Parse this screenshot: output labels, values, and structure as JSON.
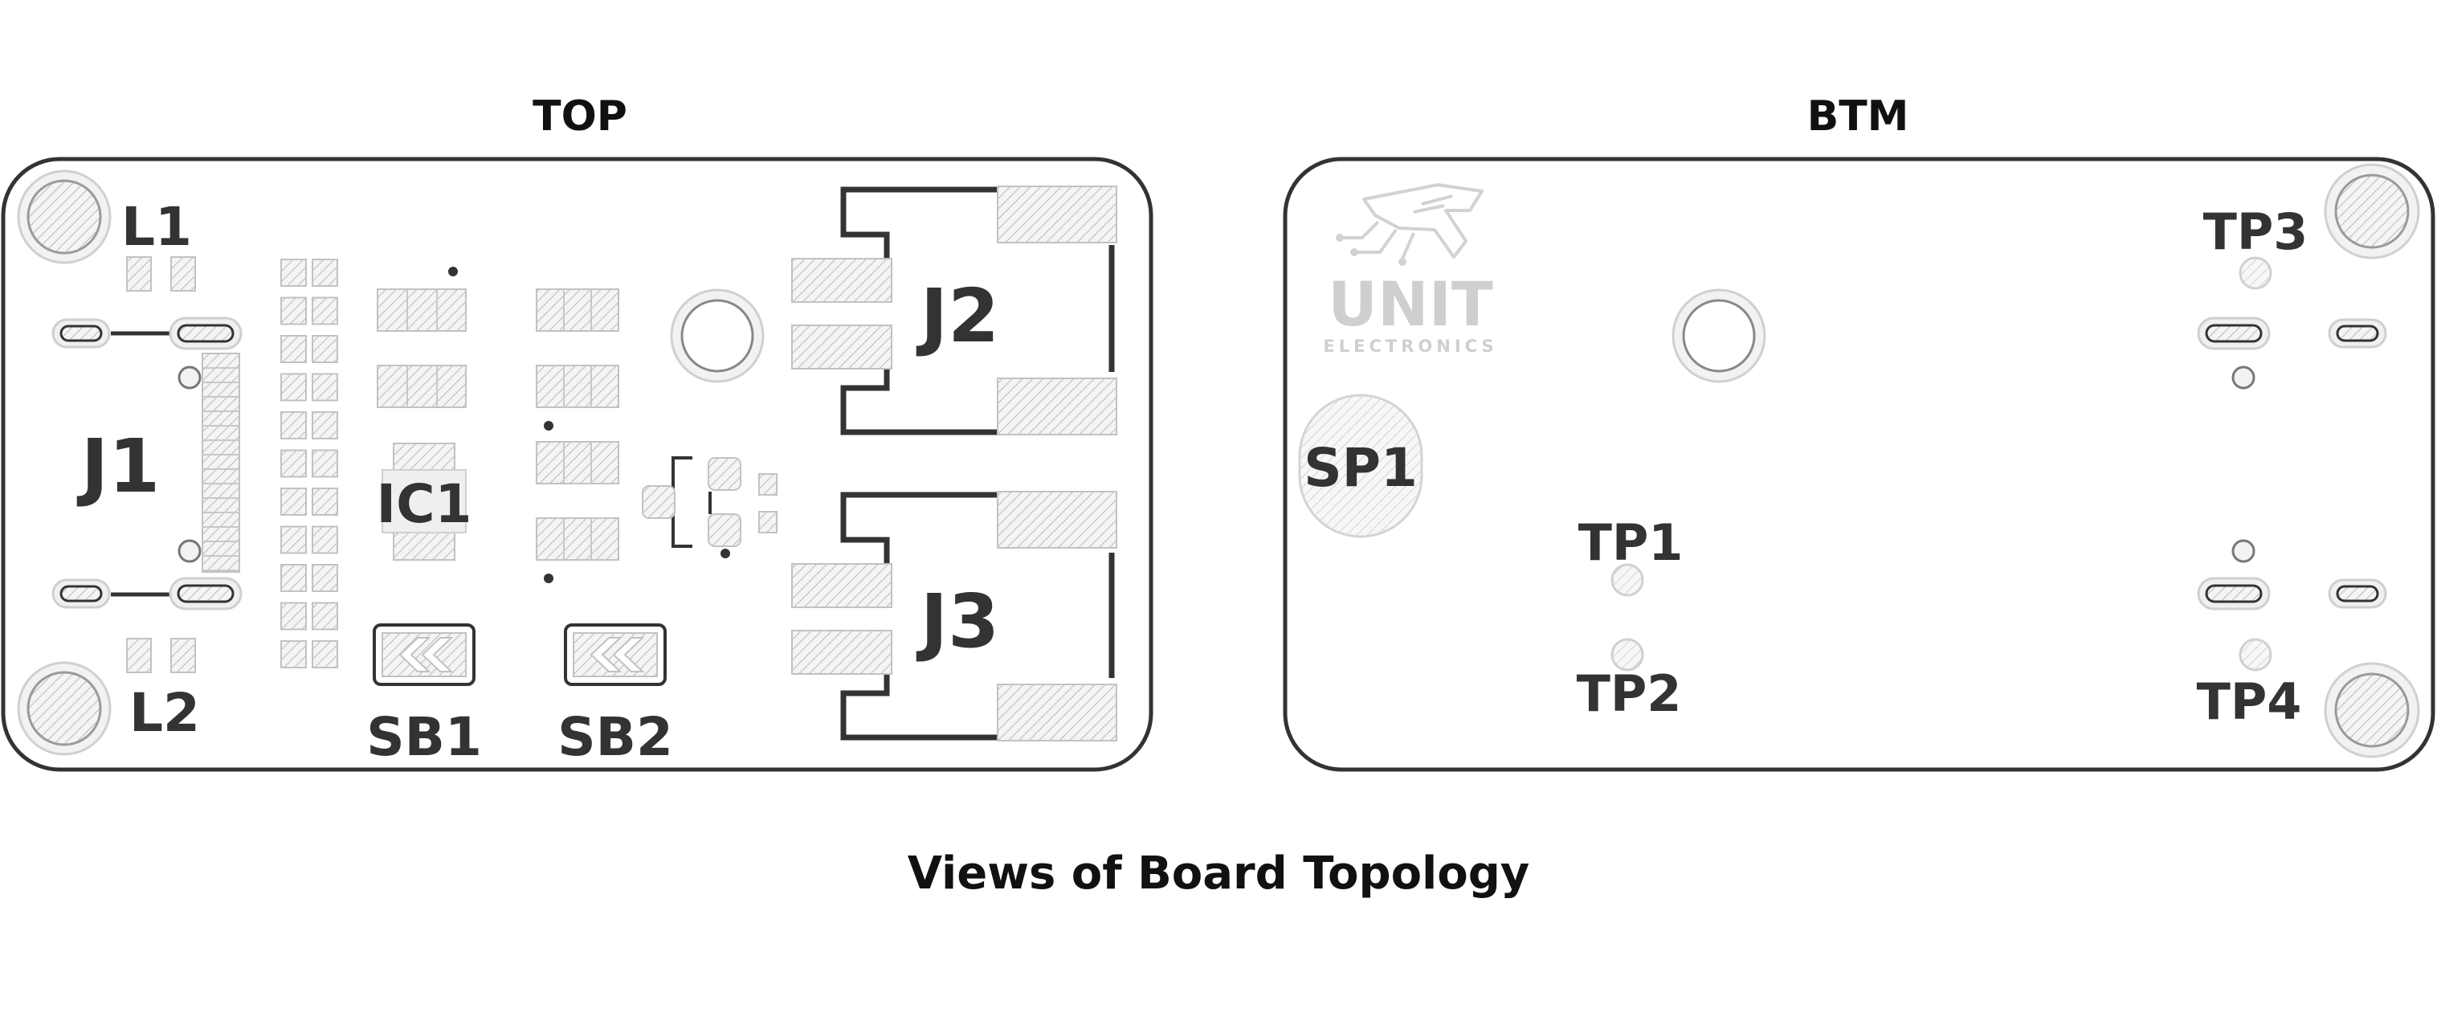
{
  "views": {
    "top": {
      "title": "TOP",
      "labels": {
        "l1": "L1",
        "l2": "L2",
        "j1": "J1",
        "ic1": "IC1",
        "j2": "J2",
        "j3": "J3",
        "sb1": "SB1",
        "sb2": "SB2"
      }
    },
    "bottom": {
      "title": "BTM",
      "labels": {
        "tp1": "TP1",
        "tp2": "TP2",
        "tp3": "TP3",
        "tp4": "TP4",
        "sp1": "SP1"
      },
      "logo": {
        "line1": "UNIT",
        "line2": "ELECTRONICS"
      }
    }
  },
  "caption": "Views of Board Topology",
  "colors": {
    "outline": "#333333",
    "hatch": "#bdbdbd",
    "pad_fill": "#f3f3f3",
    "text": "#333333",
    "logo": "#cfcfcf"
  }
}
